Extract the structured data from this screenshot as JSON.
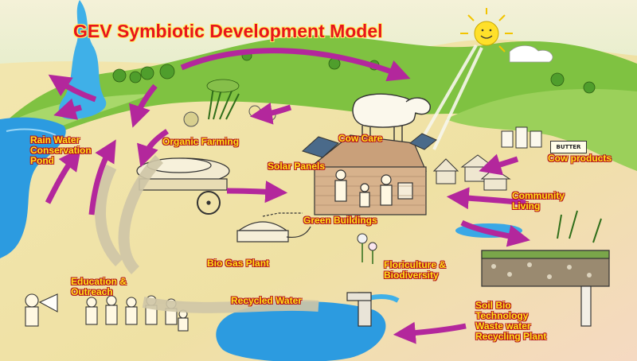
{
  "title": "GEV Symbiotic Development Model",
  "labels": {
    "rain_water": [
      "Rain Water",
      "Conservation",
      "Pond"
    ],
    "organic_farming": "Organic Farming",
    "cow_care": "Cow Care",
    "cow_products": "Cow products",
    "solar_panels": "Solar Panels",
    "community_living": [
      "Community",
      "Living"
    ],
    "green_buildings": "Green Buildings",
    "bio_gas_plant": "Bio Gas Plant",
    "floriculture": [
      "Floriculture &",
      "Biodiversity"
    ],
    "education": [
      "Education &",
      "Outreach"
    ],
    "recycled_water": "Recycled Water",
    "soil_bio": [
      "Soil Bio",
      "Technology",
      "Waste water",
      "Recycling Plant"
    ]
  },
  "sketch_text": {
    "butter": "BUTTER"
  },
  "colors": {
    "label_fill": "#ffe21a",
    "label_outline": "#b5121b",
    "title": "#e8141c",
    "arrow": "#b3279c",
    "water": "#2c9be0",
    "grass": "#7fc241",
    "ground": "#efe3a6"
  }
}
